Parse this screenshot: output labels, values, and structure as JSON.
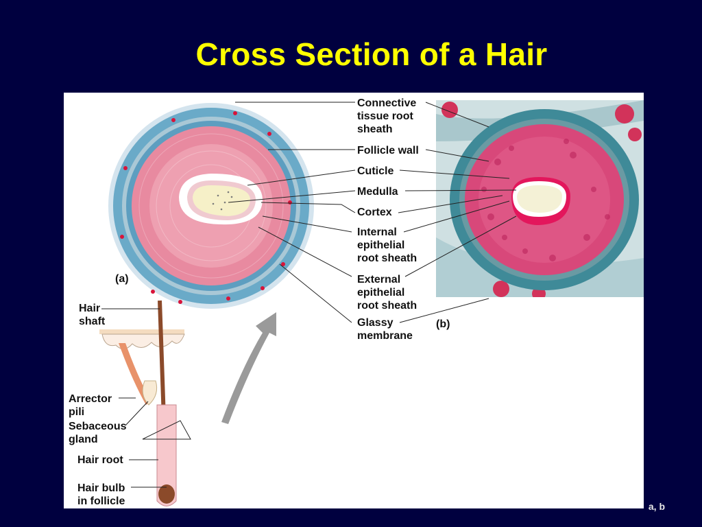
{
  "title": "Cross Section of a Hair",
  "panel_a": "(a)",
  "panel_b": "(b)",
  "labels": {
    "connective": "Connective\ntissue root\nsheath",
    "follicle_wall": "Follicle wall",
    "cuticle": "Cuticle",
    "medulla": "Medulla",
    "cortex": "Cortex",
    "internal": "Internal\nepithelial\nroot sheath",
    "external": "External\nepithelial\nroot sheath",
    "glassy": "Glassy\nmembrane",
    "hair_shaft": "Hair\nshaft",
    "arrector": "Arrector\npili",
    "sebaceous": "Sebaceous\ngland",
    "hair_root": "Hair root",
    "hair_bulb": "Hair bulb\nin follicle"
  },
  "credit": "a, b",
  "colors": {
    "background": "#00003f",
    "title": "#ffff00",
    "sheath_blue": "#6aaac8",
    "epithelium_pink": "#e88aa0",
    "medulla_cream": "#f6f0c8"
  }
}
